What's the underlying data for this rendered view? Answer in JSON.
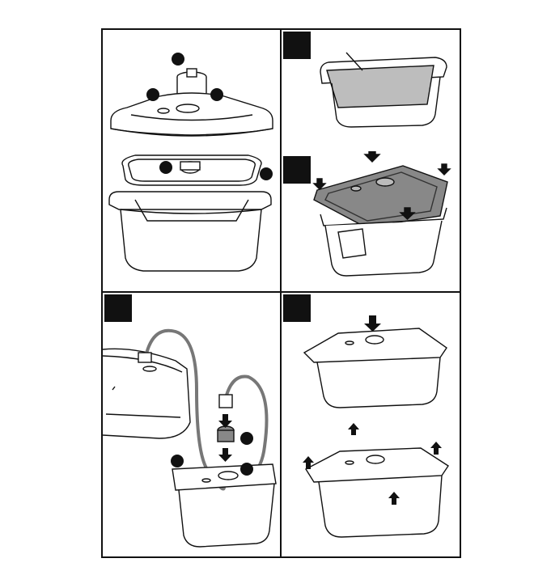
{
  "figure": {
    "panels": [
      {
        "id": "overview",
        "step_visible": false,
        "callouts": 5
      },
      {
        "id": "place-food",
        "step_visible": true,
        "callouts": 1
      },
      {
        "id": "press-lid",
        "step_visible": true,
        "callouts": 0
      },
      {
        "id": "attach-hose",
        "step_visible": true,
        "callouts": 3
      },
      {
        "id": "vacuum-and-open",
        "step_visible": true,
        "callouts": 0
      }
    ],
    "colors": {
      "ink": "#111111",
      "lid_fill_dark": "#888888",
      "liner_fill": "#bdbdbd",
      "paper": "#ffffff"
    },
    "icons": [
      "container-icon",
      "lid-icon",
      "valve-icon",
      "gasket-icon",
      "hose-icon",
      "vacuum-sealer-icon",
      "arrow-down-icon",
      "arrow-up-icon"
    ]
  }
}
